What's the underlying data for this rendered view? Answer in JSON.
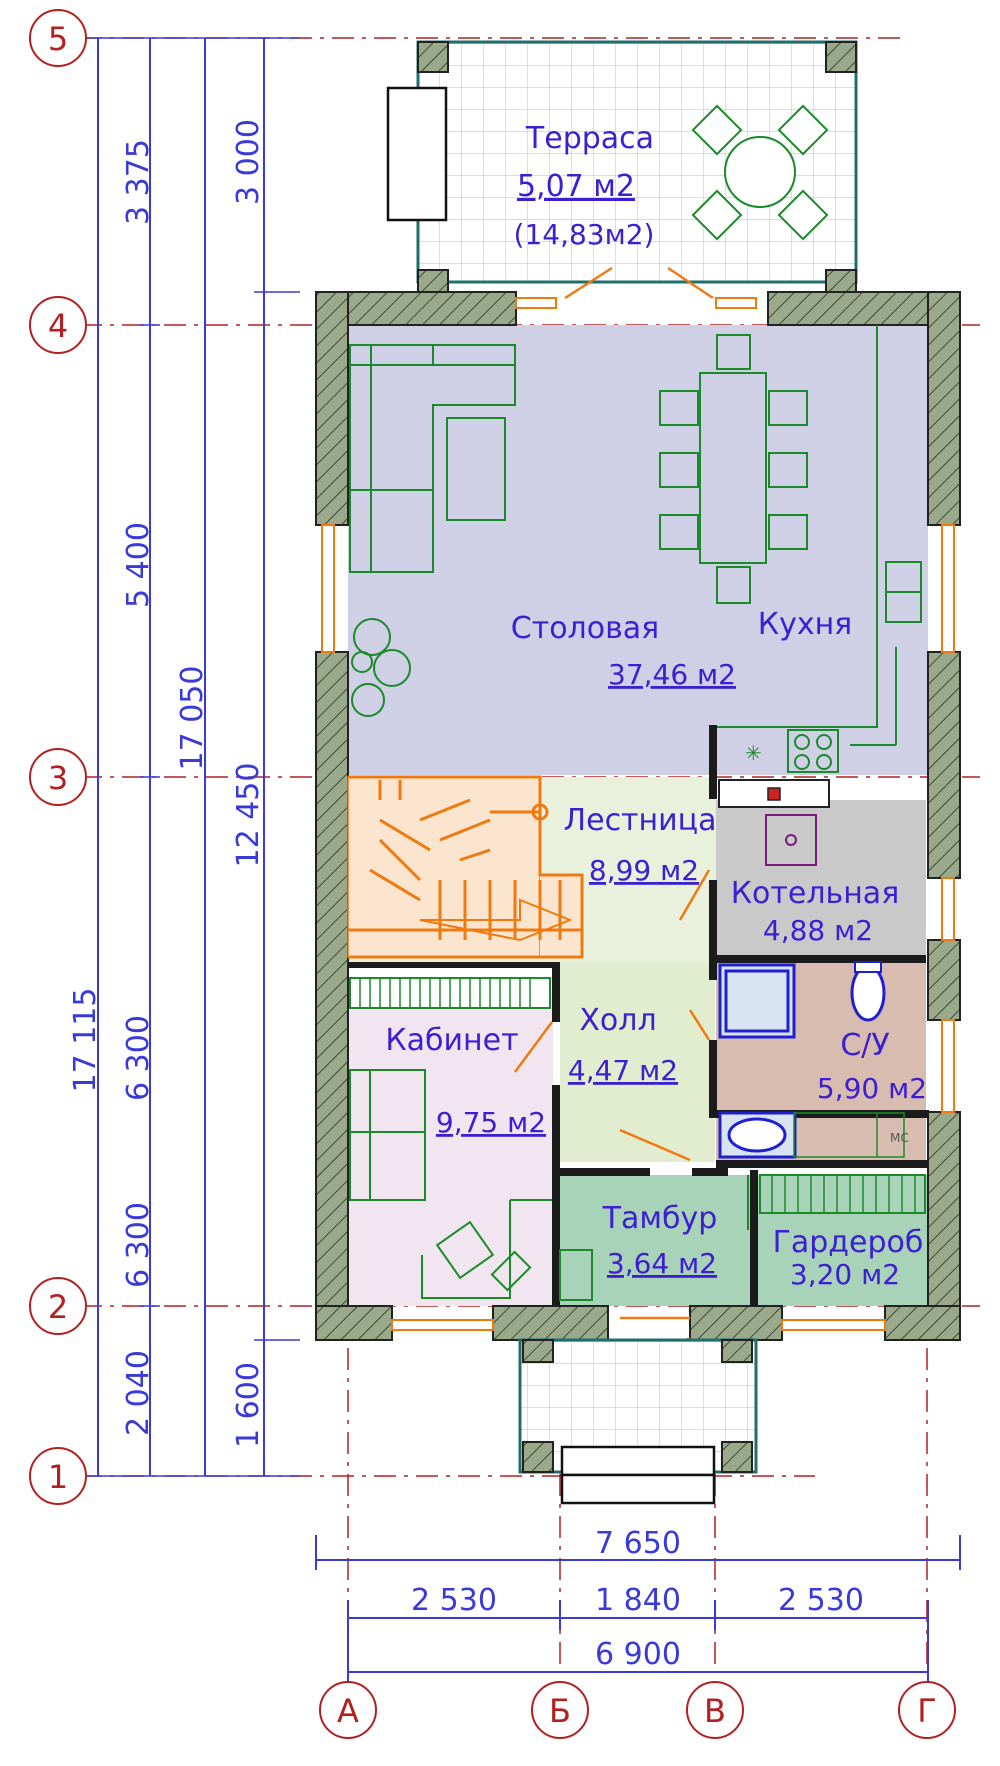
{
  "rooms": {
    "terrace": {
      "name": "Терраса",
      "area": "5,07 м2",
      "area2": "(14,83м2)"
    },
    "dining": {
      "name": "Столовая",
      "area": "37,46 м2"
    },
    "kitchen": {
      "name": "Кухня"
    },
    "stairs": {
      "name": "Лестница",
      "area": "8,99 м2"
    },
    "boiler": {
      "name": "Котельная",
      "area": "4,88 м2"
    },
    "hall": {
      "name": "Холл",
      "area": "4,47 м2"
    },
    "study": {
      "name": "Кабинет",
      "area": "9,75 м2"
    },
    "bath": {
      "name": "С/У",
      "area": "5,90 м2",
      "tag": "МС"
    },
    "vestibule": {
      "name": "Тамбур",
      "area": "3,64 м2"
    },
    "wardrobe": {
      "name": "Гардероб",
      "area": "3,20 м2"
    }
  },
  "axes": {
    "rows": [
      "5",
      "4",
      "3",
      "2",
      "1"
    ],
    "cols": [
      "А",
      "Б",
      "В",
      "Г"
    ]
  },
  "dims": {
    "left_a": [
      "3 375",
      "5 400",
      "6 300",
      "6 300",
      "2 040"
    ],
    "left_b": "17 050",
    "left_c": "17 115",
    "left_d": [
      "3 000",
      "12 450",
      "1 600"
    ],
    "bottom_total": "7 650",
    "bottom_parts": [
      "2 530",
      "1 840",
      "2 530"
    ],
    "bottom_inner": "6 900"
  },
  "colors": {
    "dining": "#cfcfe6",
    "stairs": "#e9f1dd",
    "boiler": "#c9c9c9",
    "hall": "#e2edcf",
    "study": "#f1e6ef",
    "bath": "#d8bcb0",
    "vestibule": "#a8d3b8",
    "wardrobe": "#a8d3b8",
    "wall": "#9aa98a",
    "furniture": "#1a8a2a",
    "stair_lines": "#f07a10",
    "text": "#3b1fd0",
    "axis": "#b22020"
  }
}
